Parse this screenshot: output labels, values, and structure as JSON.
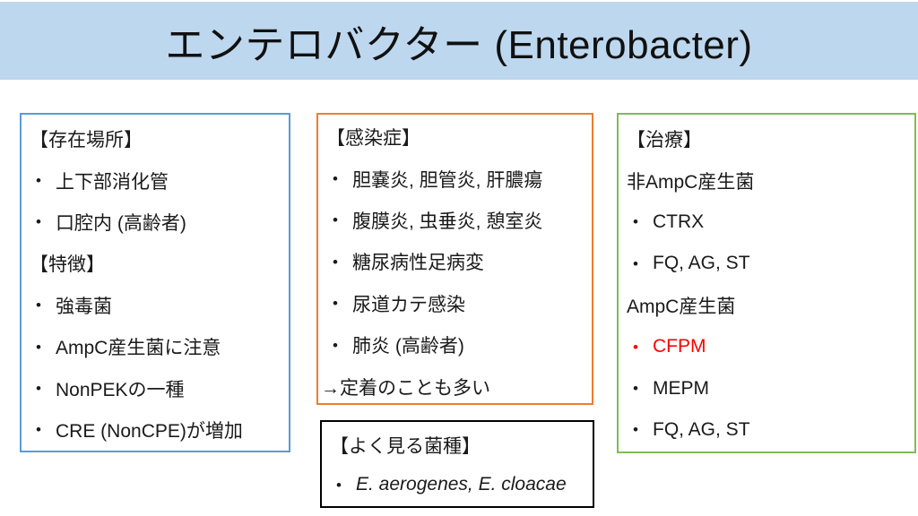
{
  "title": "エンテロバクター (Enterobacter)",
  "glyphs": {
    "bullet": "•"
  },
  "colors": {
    "title_bg": "#BDD7EE",
    "location_box_border": "#5B9BD5",
    "infection_box_border": "#ED7D31",
    "species_box_border": "#000000",
    "treatment_box_border": "#82BA57",
    "highlight_red": "#FF0000",
    "text": "#1a1a1a"
  },
  "location_box": {
    "items": [
      {
        "type": "heading",
        "text": "【存在場所】"
      },
      {
        "type": "bullet",
        "text": "上下部消化管"
      },
      {
        "type": "bullet",
        "text": "口腔内 (高齢者)"
      },
      {
        "type": "heading",
        "text": "【特徴】"
      },
      {
        "type": "bullet",
        "text": "強毒菌"
      },
      {
        "type": "bullet",
        "text": "AmpC産生菌に注意"
      },
      {
        "type": "bullet",
        "text": "NonPEKの一種"
      },
      {
        "type": "bullet",
        "text": "CRE (NonCPE)が増加"
      }
    ]
  },
  "infection_box": {
    "items": [
      {
        "type": "heading",
        "text": "【感染症】"
      },
      {
        "type": "bullet",
        "text": "胆嚢炎, 胆管炎, 肝膿瘍"
      },
      {
        "type": "bullet",
        "text": "腹膜炎, 虫垂炎, 憩室炎"
      },
      {
        "type": "bullet",
        "text": "糖尿病性足病変"
      },
      {
        "type": "bullet",
        "text": "尿道カテ感染"
      },
      {
        "type": "bullet",
        "text": "肺炎 (高齢者)"
      },
      {
        "type": "arrow",
        "text": "→定着のことも多い"
      }
    ]
  },
  "species_box": {
    "items": [
      {
        "type": "heading",
        "text": "【よく見る菌種】"
      },
      {
        "type": "bullet-italic",
        "text": "E. aerogenes, E. cloacae"
      }
    ]
  },
  "treatment_box": {
    "items": [
      {
        "type": "heading",
        "text": "【治療】"
      },
      {
        "type": "plain",
        "text": "非AmpC産生菌"
      },
      {
        "type": "bullet",
        "text": "CTRX"
      },
      {
        "type": "bullet",
        "text": "FQ, AG, ST"
      },
      {
        "type": "plain",
        "text": "AmpC産生菌"
      },
      {
        "type": "bullet-red",
        "text": "CFPM"
      },
      {
        "type": "bullet",
        "text": "MEPM"
      },
      {
        "type": "bullet",
        "text": "FQ, AG, ST"
      }
    ]
  }
}
